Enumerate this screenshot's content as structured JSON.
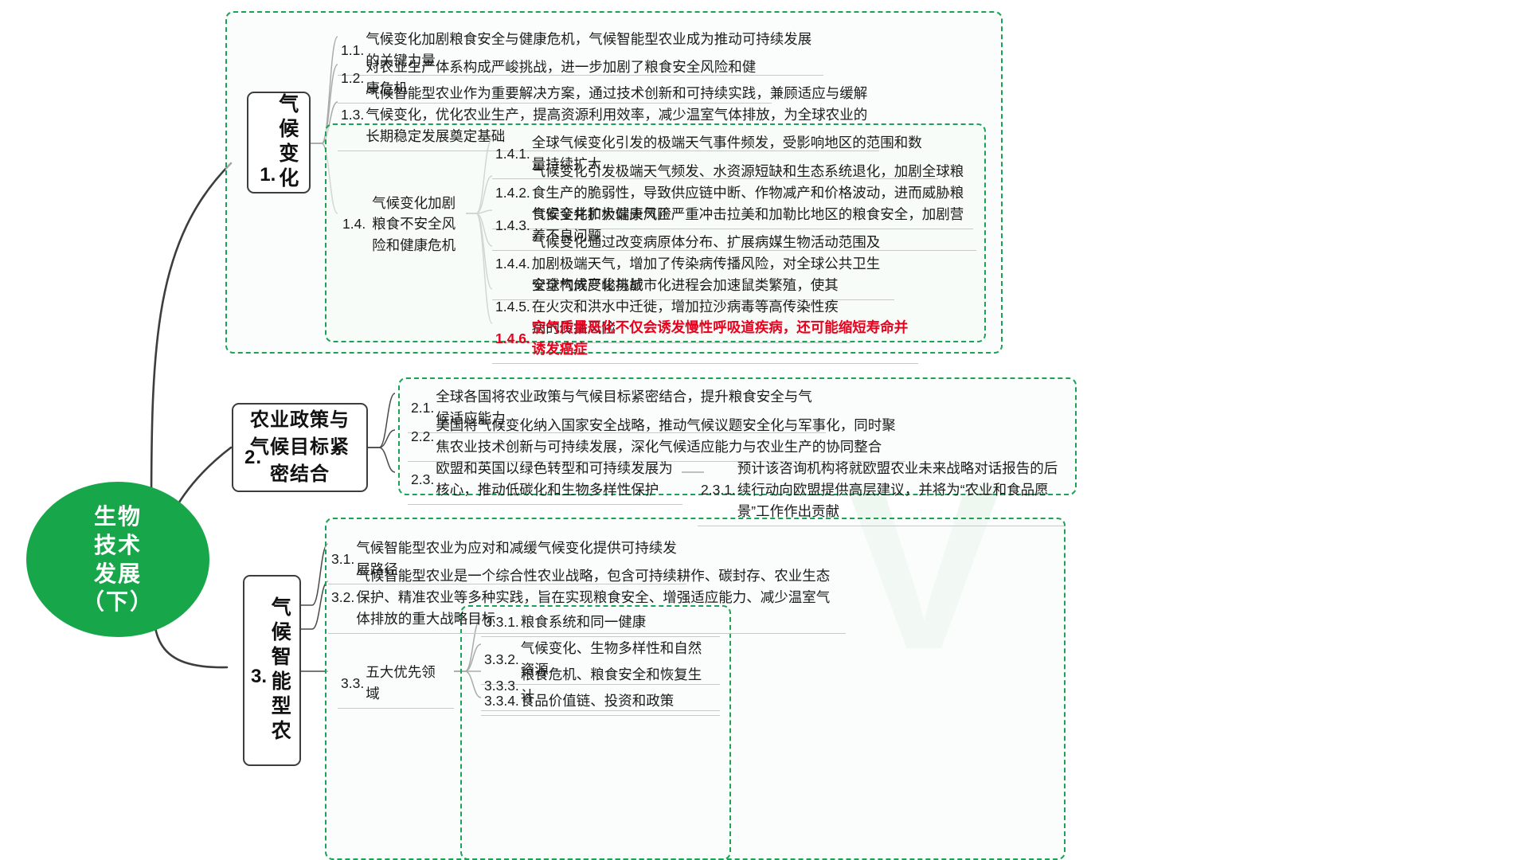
{
  "root": {
    "label": "生物\n技术\n发展\n（下）",
    "lines": [
      "生物",
      "技术",
      "发展",
      "（下）"
    ],
    "color": "#17a74a"
  },
  "watermark": "V",
  "branches": [
    {
      "id": "branch-1",
      "number": "1.",
      "title": "气候变化",
      "title_vertical": "气候变化",
      "children": [
        {
          "num": "1.1.",
          "text": "气候变化加剧粮食安全与健康危机，气候智能型农业成为推动可持续发展的关键力量"
        },
        {
          "num": "1.2.",
          "text": "对农业生产体系构成严峻挑战，进一步加剧了粮食安全风险和健康危机"
        },
        {
          "num": "1.3.",
          "text": "气候智能型农业作为重要解决方案，通过技术创新和可持续实践，兼顾适应与缓解气候变化，优化农业生产，提高资源利用效率，减少温室气体排放，为全球农业的长期稳定发展奠定基础"
        },
        {
          "num": "1.4.",
          "text": "气候变化加剧粮食不安全风险和健康危机",
          "children": [
            {
              "num": "1.4.1.",
              "text": "全球气候变化引发的极端天气事件频发，受影响地区的范围和数量持续扩大"
            },
            {
              "num": "1.4.2.",
              "text": "气候变化引发极端天气频发、水资源短缺和生态系统退化，加剧全球粮食生产的脆弱性，导致供应链中断、作物减产和价格波动，进而威胁粮食安全并扩大健康风险"
            },
            {
              "num": "1.4.3.",
              "text": "气候变化和极端天气正严重冲击拉美和加勒比地区的粮食安全，加剧营养不良问题"
            },
            {
              "num": "1.4.4.",
              "text": "气候变化通过改变病原体分布、扩展病媒生物活动范围及加剧极端天气，增加了传染病传播风险，对全球公共卫生安全构成严峻挑战"
            },
            {
              "num": "1.4.5.",
              "text": "全球气候变化与城市化进程会加速鼠类繁殖，使其在火灾和洪水中迁徙，增加拉沙病毒等高传染性疾病的传播风险"
            },
            {
              "num": "1.4.6.",
              "text": "空气质量恶化不仅会诱发慢性呼吸道疾病，还可能缩短寿命并诱发癌症",
              "highlight": "#e8001d"
            }
          ]
        }
      ]
    },
    {
      "id": "branch-2",
      "number": "2.",
      "title": "农业政策与气候目标紧密结合",
      "title_lines": [
        "农业政策与",
        "气候目标紧",
        "密结合"
      ],
      "children": [
        {
          "num": "2.1.",
          "text": "全球各国将农业政策与气候目标紧密结合，提升粮食安全与气候适应能力"
        },
        {
          "num": "2.2.",
          "text": "美国将气候变化纳入国家安全战略，推动气候议题安全化与军事化，同时聚焦农业技术创新与可持续发展，深化气候适应能力与农业生产的协同整合"
        },
        {
          "num": "2.3.",
          "text": "欧盟和英国以绿色转型和可持续发展为核心，推动低碳化和生物多样性保护",
          "children": [
            {
              "num": "2.3.1.",
              "text": "预计该咨询机构将就欧盟农业未来战略对话报告的后续行动向欧盟提供高层建议，并将为“农业和食品愿景”工作作出贡献"
            }
          ]
        }
      ]
    },
    {
      "id": "branch-3",
      "number": "3.",
      "title": "气候智能型农",
      "title_vertical": "气候智能型农",
      "children": [
        {
          "num": "3.1.",
          "text": "气候智能型农业为应对和减缓气候变化提供可持续发展路径"
        },
        {
          "num": "3.2.",
          "text": "气候智能型农业是一个综合性农业战略，包含可持续耕作、碳封存、农业生态保护、精准农业等多种实践，旨在实现粮食安全、增强适应能力、减少温室气体排放的重大战略目标"
        },
        {
          "num": "3.3.",
          "text": "五大优先领域",
          "children": [
            {
              "num": "3.3.1.",
              "text": "粮食系统和同一健康"
            },
            {
              "num": "3.3.2.",
              "text": "气候变化、生物多样性和自然资源"
            },
            {
              "num": "3.3.3.",
              "text": "粮食危机、粮食安全和恢复生计"
            },
            {
              "num": "3.3.4.",
              "text": "食品价值链、投资和政策"
            }
          ]
        }
      ]
    }
  ],
  "colors": {
    "root_fill": "#17a74a",
    "frame_dash": "#1aa355",
    "node_border": "#3d3d3d",
    "link": "#3d3d3d",
    "leaf_underline": "#c9c9c9",
    "highlight": "#e8001d"
  }
}
